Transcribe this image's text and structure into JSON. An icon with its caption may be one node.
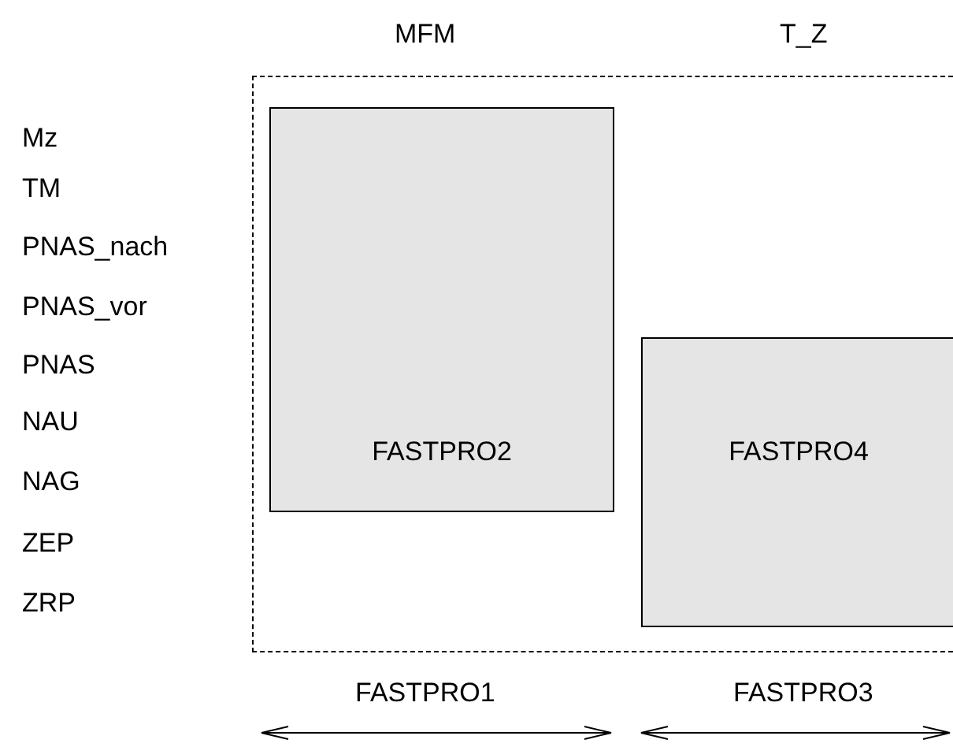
{
  "diagram": {
    "nodes": [
      {
        "text": [],
        "shape": "box"
      },
      {
        "text": [
          "FASTPRO2"
        ],
        "in": 0
      },
      {
        "text": [
          "FASTPRO4"
        ],
        "in": 0
      }
    ],
    "labels": [
      "MFM",
      "T_Z",
      "Mz",
      "TM",
      "PNAS_nach",
      "PNAS_vor",
      "PNAS",
      "NAU",
      "NAG",
      "ZEP",
      "ZRP",
      "FASTPRO1",
      "FASTPRO3"
    ]
  }
}
